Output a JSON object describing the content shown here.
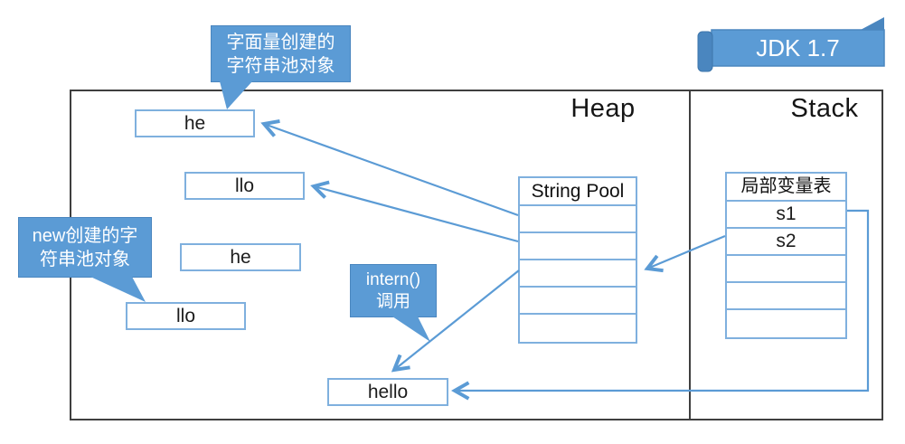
{
  "banner": {
    "label": "JDK 1.7"
  },
  "sections": {
    "heap": "Heap",
    "stack": "Stack"
  },
  "callouts": {
    "literal": {
      "line1": "字面量创建的",
      "line2": "字符串池对象"
    },
    "new_obj": {
      "line1": "new创建的字",
      "line2": "符串池对象"
    },
    "intern": {
      "line1": "intern()",
      "line2": "调用"
    }
  },
  "boxes": {
    "he1": "he",
    "llo1": "llo",
    "he2": "he",
    "llo2": "llo",
    "hello": "hello"
  },
  "string_pool": {
    "header": "String Pool",
    "rows": [
      "",
      "",
      "",
      "",
      ""
    ]
  },
  "local_vars": {
    "header": "局部变量表",
    "rows": [
      "s1",
      "s2",
      "",
      "",
      ""
    ]
  },
  "colors": {
    "callout_fill": "#5b9bd5",
    "callout_border": "#4a86bf",
    "banner_roll": "#4a86bf",
    "box_border": "#7fb0de",
    "arrow": "#5b9bd5",
    "outer_border": "#3f3f3f"
  }
}
